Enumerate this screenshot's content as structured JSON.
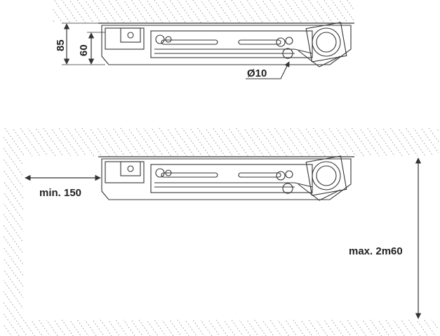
{
  "top_view": {
    "dim_total": "85",
    "dim_body": "60",
    "dim_pipe": "Ø10"
  },
  "bottom_view": {
    "dim_wall_clearance": "min. 150",
    "dim_max_height": "max. 2m60"
  },
  "colors": {
    "line": "#333333",
    "hatch": "#555555"
  }
}
